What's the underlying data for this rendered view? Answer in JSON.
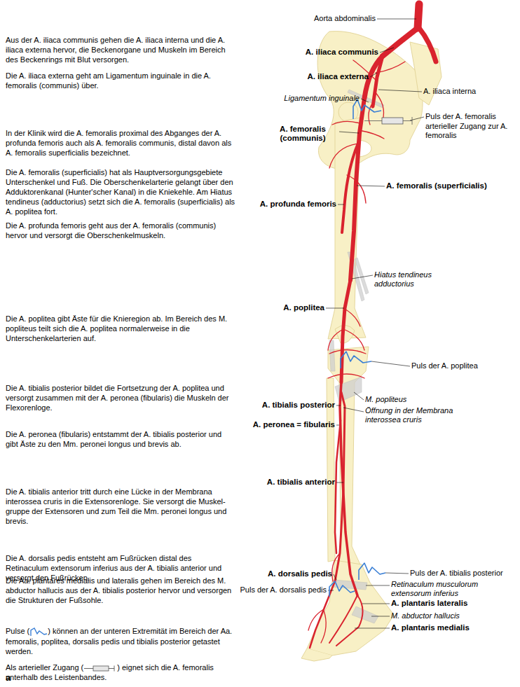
{
  "diagram": {
    "labels": [
      "Aorta abdominalis",
      "Aus der A. iliaca communis gehen die A. iliaca interna und die A. iliaca externa hervor, die Beckenorgane und Muskeln im Bereich des Beckenrings mit Blut versorgen.",
      "A. iliaca communis",
      "Die A. iliaca externa geht am Ligamentum inguinale in die A. femoralis (communis) über.",
      "A. iliaca externa",
      "A. iliaca interna",
      "Ligamentum inguinale",
      "Puls der A. femoralis",
      "arterieller Zugang zur A. femoralis",
      "In der Klinik wird die A. femoralis proximal des Abganges der A. profunda femoris auch als A. femoralis communis, distal davon als A. femoralis superficialis bezeichnet.",
      "A. femoralis (communis)",
      "Die A. femoralis (superficialis) hat als Hauptversorgungsgebiete Unterschenkel und Fuß. Die Oberschenkelarterie gelangt über den Adduktorenkanal (Hunter'scher Kanal) in die Kniekehle. Am Hiatus tendineus (adductorius) setzt sich die A. femoralis (superficialis) als A. poplitea fort.",
      "A. femoralis (superficialis)",
      "A. profunda femoris",
      "Die A. profunda femoris geht aus der A. femoralis (communis) hervor und versorgt die Oberschenkelmuskeln.",
      "Hiatus tendineus adductorius",
      "A. poplitea",
      "Die A. poplitea gibt Äste für die Knieregion ab. Im Bereich des M. popliteus teilt sich die A. poplitea normalerweise in die Unterschenkelarterien auf.",
      "Puls der A. poplitea",
      "Die A. tibialis posterior bildet die Fortsetzung der A. poplitea und versorgt zusammen mit der A. peronea (fibularis) die Muskeln der Flexorenloge.",
      "M. popliteus",
      "A. tibialis posterior",
      "Öffnung in der Membrana interossea cruris",
      "Die A. peronea (fibularis) entstammt der A. tibialis posterior und gibt Äste zu den Mm. peronei longus und brevis ab.",
      "A. peronea = fibularis",
      "Die A. tibialis anterior tritt durch eine Lücke in der Membrana interossea cruris in die Extensorenloge. Sie versorgt die Muskel- gruppe der Extensoren und zum Teil die Mm. peronei longus und brevis.",
      "A. tibialis anterior",
      "Die A. dorsalis pedis entsteht am Fußrücken distal des Retinaculum extensorum inferius aus der A. tibialis anterior und versorgt den Fußrücken.",
      "A. dorsalis pedis",
      "Puls der A. tibialis posterior",
      "Retinaculum musculorum extensorum inferius",
      "Puls der A. dorsalis pedis",
      "A. plantaris lateralis",
      "M. abductor hallucis",
      "Die Aa. plantares medialis und lateralis gehen im Bereich des M. abductor hallucis aus der A. tibialis posterior hervor und versorgen die Strukturen der Fußsohle.",
      "A. plantaris medialis",
      "Pulse (",
      ") können an der unteren Extremität im Bereich der Aa. femoralis, poplitea, dorsalis pedis und tibialis posterior getastet werden.",
      "Als arterieller Zugang (",
      ") eignet sich die A. femoralis unterhalb des Leistenbandes.",
      "a"
    ]
  }
}
